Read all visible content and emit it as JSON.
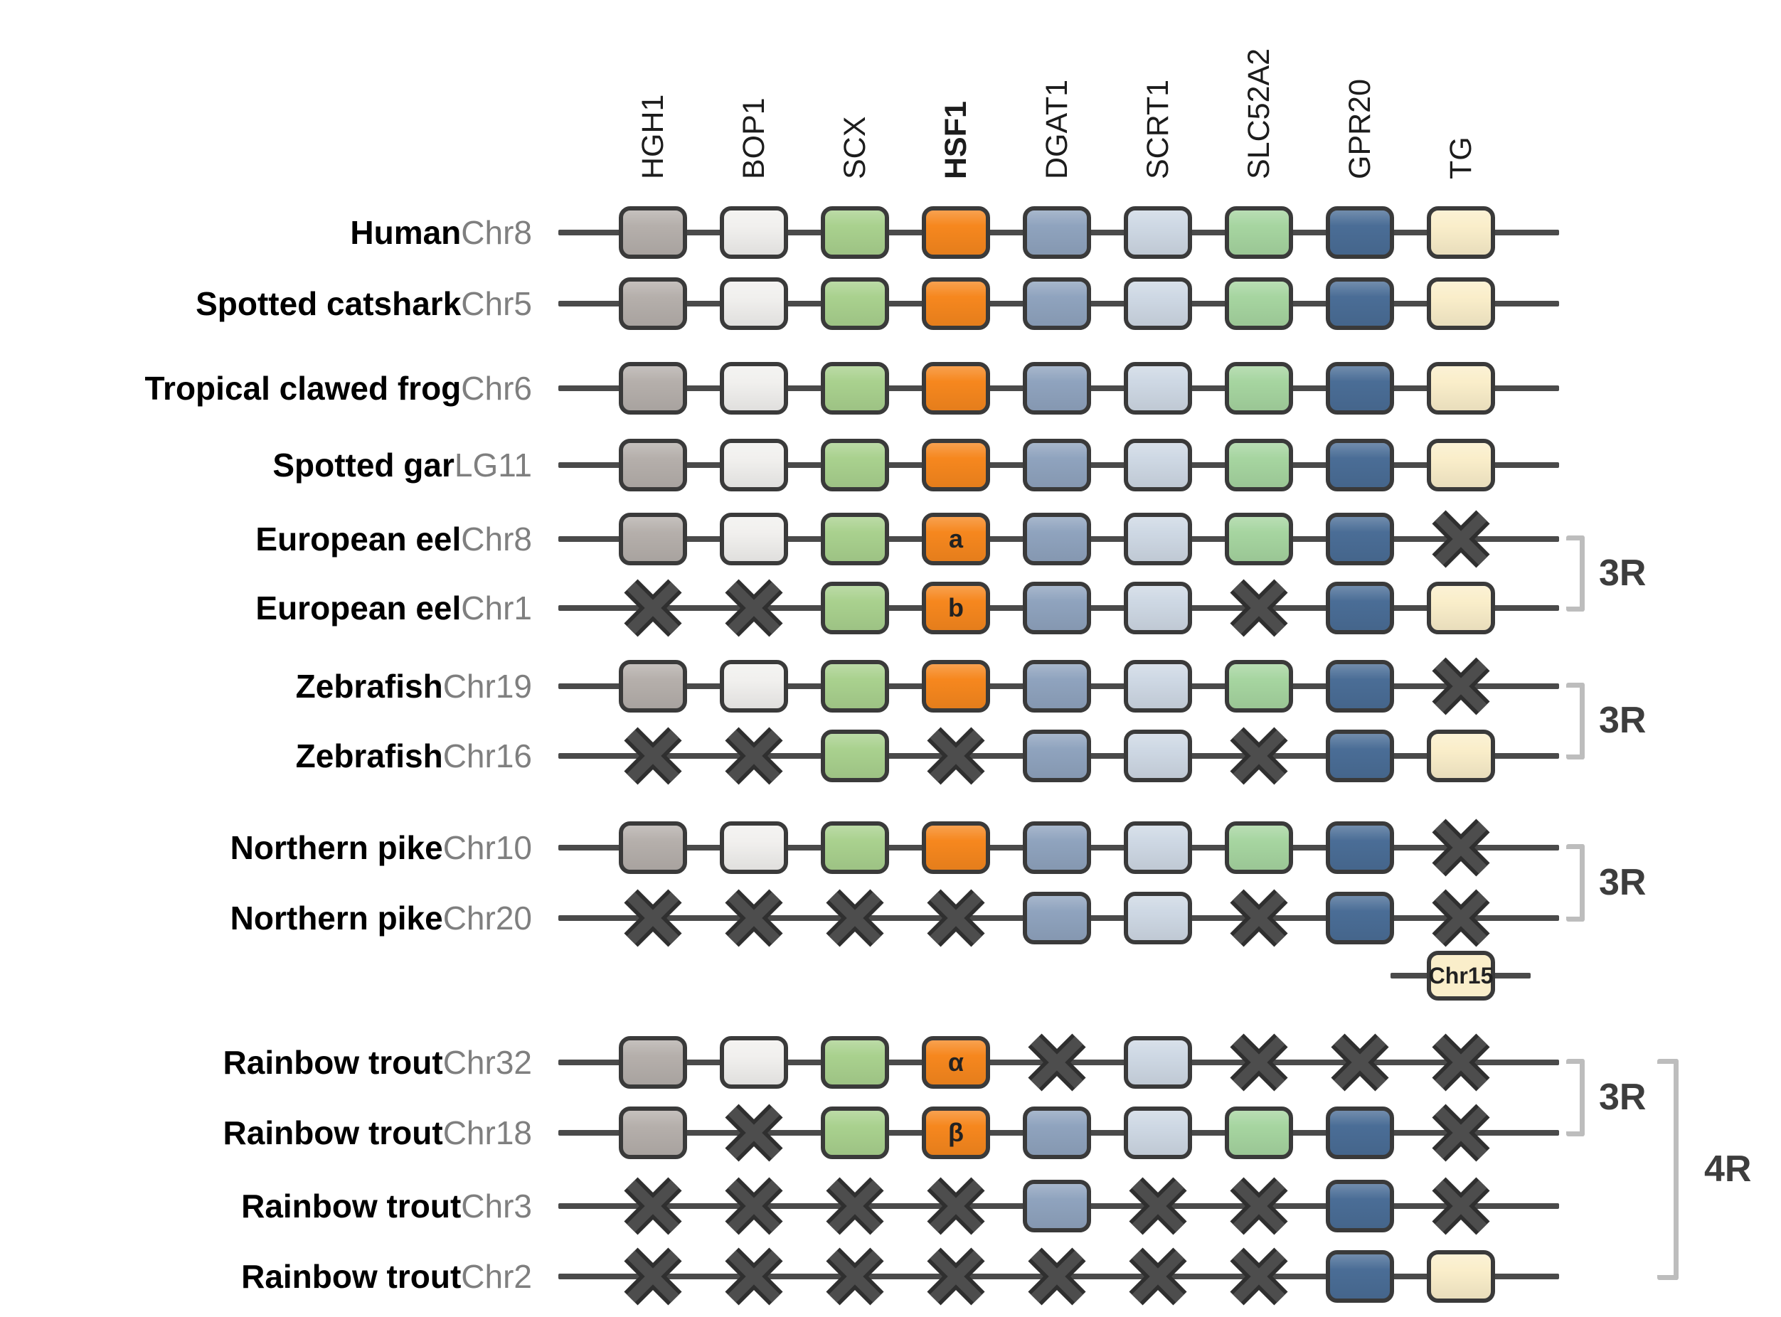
{
  "genes": [
    {
      "name": "HGH1",
      "color": "#b5afab",
      "bold": false
    },
    {
      "name": "BOP1",
      "color": "#f1f0ee",
      "bold": false
    },
    {
      "name": "SCX",
      "color": "#a9d18e",
      "bold": false
    },
    {
      "name": "HSF1",
      "color": "#f6871e",
      "bold": true
    },
    {
      "name": "DGAT1",
      "color": "#8fa3be",
      "bold": false
    },
    {
      "name": "SCRT1",
      "color": "#ced8e4",
      "bold": false
    },
    {
      "name": "SLC52A2",
      "color": "#a6d5a0",
      "bold": false
    },
    {
      "name": "GPR20",
      "color": "#4a6d96",
      "bold": false
    },
    {
      "name": "TG",
      "color": "#faeeca",
      "bold": false
    }
  ],
  "rows": [
    {
      "species": "Human",
      "chromosome": "Chr8",
      "genes": [
        1,
        1,
        1,
        1,
        1,
        1,
        1,
        1,
        1
      ]
    },
    {
      "species": "Spotted catshark",
      "chromosome": "Chr5",
      "genes": [
        1,
        1,
        1,
        1,
        1,
        1,
        1,
        1,
        1
      ]
    },
    {
      "species": "Tropical clawed frog",
      "chromosome": "Chr6",
      "genes": [
        1,
        1,
        1,
        1,
        1,
        1,
        1,
        1,
        1
      ]
    },
    {
      "species": "Spotted gar",
      "chromosome": "LG11",
      "genes": [
        1,
        1,
        1,
        1,
        1,
        1,
        1,
        1,
        1
      ]
    },
    {
      "species": "European eel",
      "chromosome": "Chr8",
      "genes": [
        1,
        1,
        1,
        1,
        1,
        1,
        1,
        1,
        0
      ],
      "gene_labels": {
        "HSF1": "a"
      }
    },
    {
      "species": "European eel",
      "chromosome": "Chr1",
      "genes": [
        0,
        0,
        1,
        1,
        1,
        1,
        0,
        1,
        1
      ],
      "gene_labels": {
        "HSF1": "b"
      }
    },
    {
      "species": "Zebrafish",
      "chromosome": "Chr19",
      "genes": [
        1,
        1,
        1,
        1,
        1,
        1,
        1,
        1,
        0
      ]
    },
    {
      "species": "Zebrafish",
      "chromosome": "Chr16",
      "genes": [
        0,
        0,
        1,
        0,
        1,
        1,
        0,
        1,
        1
      ]
    },
    {
      "species": "Northern pike",
      "chromosome": "Chr10",
      "genes": [
        1,
        1,
        1,
        1,
        1,
        1,
        1,
        1,
        0
      ]
    },
    {
      "species": "Northern pike",
      "chromosome": "Chr20",
      "genes": [
        0,
        0,
        0,
        0,
        1,
        1,
        0,
        1,
        0
      ]
    },
    {
      "species": "Rainbow trout",
      "chromosome": "Chr32",
      "genes": [
        1,
        1,
        1,
        1,
        0,
        1,
        0,
        0,
        0
      ],
      "gene_labels": {
        "HSF1": "α"
      }
    },
    {
      "species": "Rainbow trout",
      "chromosome": "Chr18",
      "genes": [
        1,
        0,
        1,
        1,
        1,
        1,
        1,
        1,
        0
      ],
      "gene_labels": {
        "HSF1": "β"
      }
    },
    {
      "species": "Rainbow trout",
      "chromosome": "Chr3",
      "genes": [
        0,
        0,
        0,
        0,
        1,
        0,
        0,
        1,
        0
      ]
    },
    {
      "species": "Rainbow trout",
      "chromosome": "Chr2",
      "genes": [
        0,
        0,
        0,
        0,
        0,
        0,
        0,
        1,
        1
      ]
    }
  ],
  "brackets": [
    {
      "label": "3R",
      "from_row": 4,
      "to_row": 5,
      "level": 0
    },
    {
      "label": "3R",
      "from_row": 6,
      "to_row": 7,
      "level": 0
    },
    {
      "label": "3R",
      "from_row": 8,
      "to_row": 9,
      "level": 0
    },
    {
      "label": "3R",
      "from_row": 10,
      "to_row": 11,
      "level": 0
    },
    {
      "label": "4R",
      "from_row": 10,
      "to_row": 13,
      "level": 1
    }
  ],
  "translocation_box": {
    "label": "Chr15",
    "gene_column": "TG"
  },
  "colors": {
    "line": "#4a4a4a",
    "x_outline": "#2f2f2f",
    "x_fill": "#4d4d4d",
    "box_border": "#3a3a3a",
    "bracket": "#bdbdbd",
    "bracket_label": "#3d3d3d",
    "species_text": "#000000",
    "chromosome_text": "#7f7f7f"
  }
}
